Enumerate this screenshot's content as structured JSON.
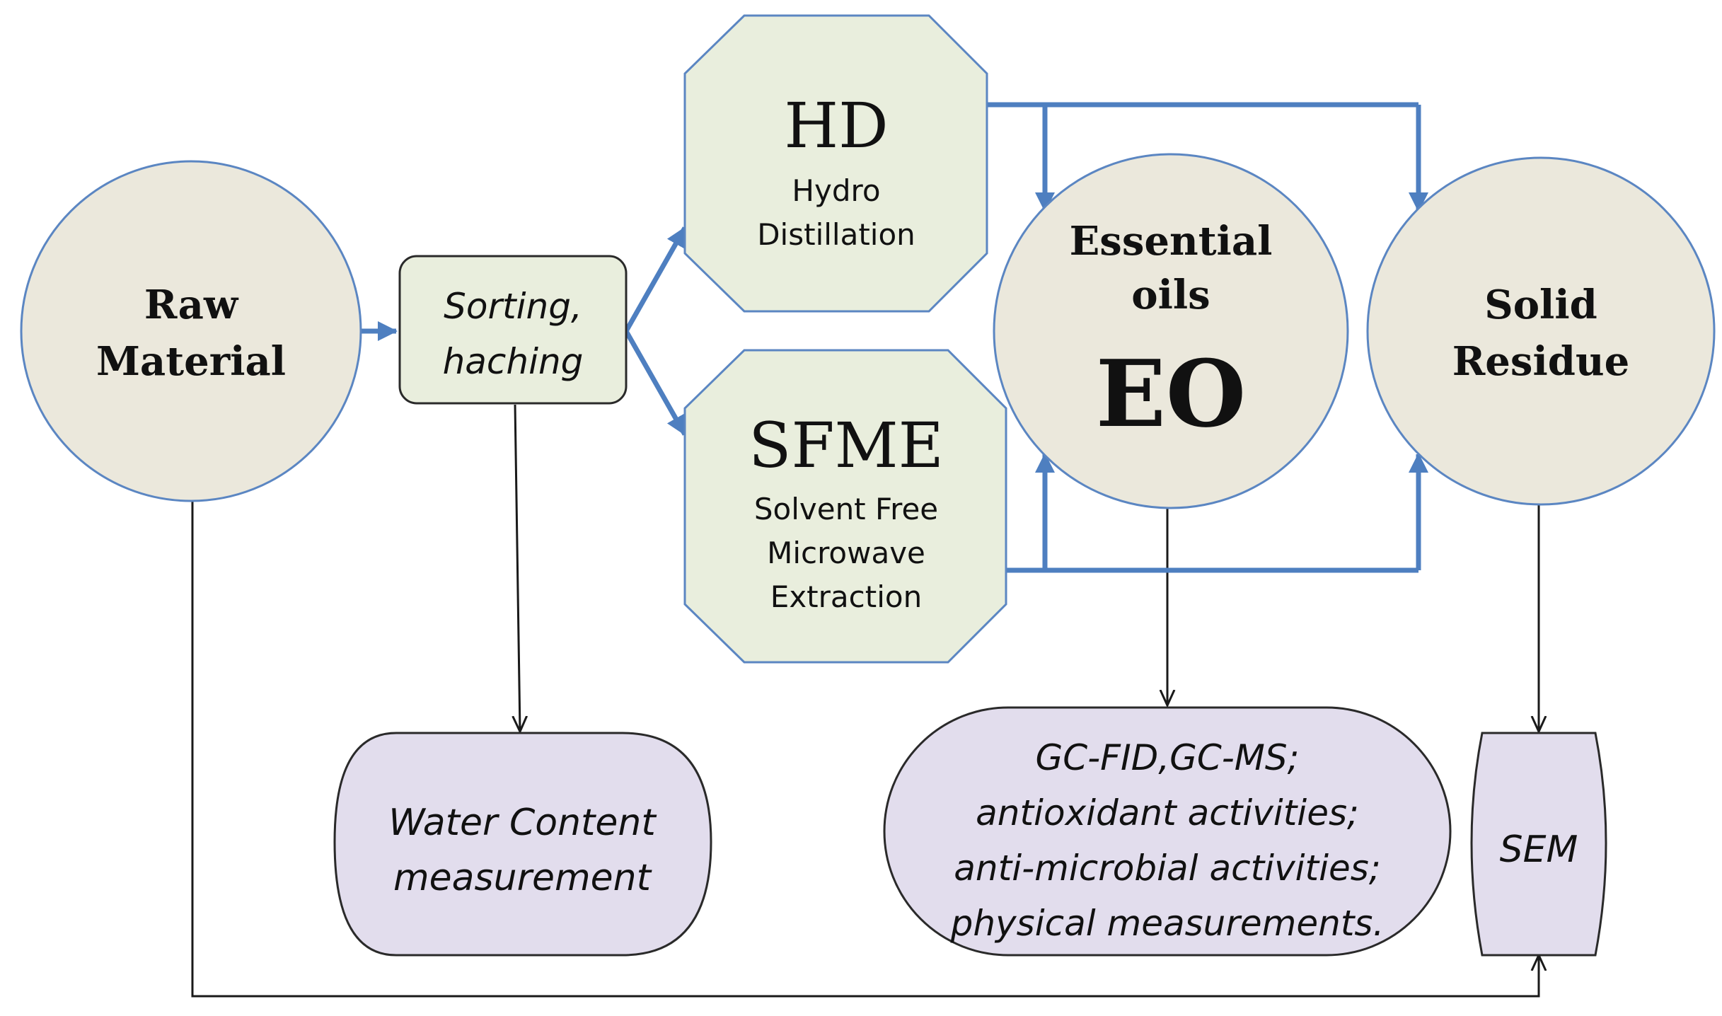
{
  "colors": {
    "circle_fill": "#ebe8dc",
    "circle_stroke": "#5b86c2",
    "process_fill": "#e9eedd",
    "analysis_fill": "#e2dded",
    "blue_arrow": "#4e7fc0",
    "black_arrow": "#1a1a1a",
    "text": "#111111"
  },
  "nodes": {
    "raw_material": {
      "line1": "Raw",
      "line2": "Material"
    },
    "sorting": {
      "line1": "Sorting,",
      "line2": "haching"
    },
    "hd": {
      "abbr": "HD",
      "line1": "Hydro",
      "line2": "Distillation"
    },
    "sfme": {
      "abbr": "SFME",
      "line1": "Solvent Free",
      "line2": "Microwave",
      "line3": "Extraction"
    },
    "essential_oils": {
      "line1": "Essential",
      "line2": "oils",
      "abbr": "EO"
    },
    "solid_residue": {
      "line1": "Solid",
      "line2": "Residue"
    },
    "water_content": {
      "line1": "Water Content",
      "line2": "measurement"
    },
    "eo_analysis": {
      "line1": "GC-FID,GC-MS;",
      "line2": "antioxidant activities;",
      "line3": "anti-microbial activities;",
      "line4": "physical measurements."
    },
    "sem": {
      "label": "SEM"
    }
  }
}
